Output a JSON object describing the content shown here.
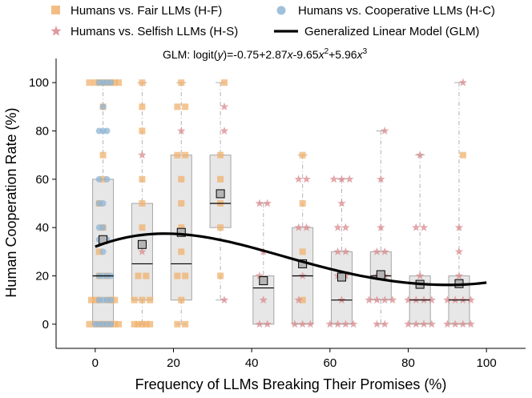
{
  "chart_data": {
    "type": "box",
    "title": "",
    "annotation": {
      "text": "GLM: logit(y)=-0.75+2.87x-9.65x²+5.96x³",
      "prefix": "GLM: logit(",
      "y_var": "y",
      "mid1": ")=-0.75+2.87",
      "x1": "x",
      "mid2": "-9.65",
      "x2": "x",
      "exp2": "2",
      "mid3": "+5.96",
      "x3": "x",
      "exp3": "3"
    },
    "xlabel": "Frequency of LLMs Breaking Their Promises (%)",
    "ylabel": "Human Cooperation Rate (%)",
    "xlim": [
      -10,
      110
    ],
    "ylim": [
      -10,
      110
    ],
    "xticks": [
      0,
      20,
      40,
      60,
      80,
      100
    ],
    "yticks": [
      0,
      20,
      40,
      60,
      80,
      100
    ],
    "grid": false,
    "legend_position": "top",
    "legend": [
      {
        "key": "hf",
        "label": "Humans vs. Fair LLMs (H-F)",
        "marker": "square",
        "color": "#f0b26e"
      },
      {
        "key": "hc",
        "label": "Humans vs. Cooperative LLMs (H-C)",
        "marker": "circle",
        "color": "#8fb6d6"
      },
      {
        "key": "hs",
        "label": "Humans vs. Selfish LLMs (H-S)",
        "marker": "star",
        "color": "#d98a8e"
      },
      {
        "key": "glm",
        "label": "Generalized Linear Model (GLM)",
        "marker": "line",
        "color": "#000000"
      }
    ],
    "boxes": [
      {
        "x": 2,
        "q1": 0,
        "median": 20,
        "q3": 60,
        "whisker_low": 0,
        "whisker_high": 100,
        "mean": 35
      },
      {
        "x": 12,
        "q1": 10,
        "median": 25,
        "q3": 50,
        "whisker_low": 0,
        "whisker_high": 100,
        "mean": 33
      },
      {
        "x": 22,
        "q1": 10,
        "median": 25,
        "q3": 70,
        "whisker_low": 0,
        "whisker_high": 100,
        "mean": 38
      },
      {
        "x": 32,
        "q1": 40,
        "median": 50,
        "q3": 70,
        "whisker_low": 10,
        "whisker_high": 100,
        "mean": 54
      },
      {
        "x": 43,
        "q1": 0,
        "median": 15,
        "q3": 20,
        "whisker_low": 0,
        "whisker_high": 50,
        "mean": 18
      },
      {
        "x": 53,
        "q1": 0,
        "median": 20,
        "q3": 40,
        "whisker_low": 0,
        "whisker_high": 70,
        "mean": 25
      },
      {
        "x": 63,
        "q1": 0,
        "median": 10,
        "q3": 30,
        "whisker_low": 0,
        "whisker_high": 60,
        "mean": 19.5
      },
      {
        "x": 73,
        "q1": 10,
        "median": 20,
        "q3": 30,
        "whisker_low": 0,
        "whisker_high": 80,
        "mean": 20.5
      },
      {
        "x": 83,
        "q1": 0,
        "median": 10,
        "q3": 20,
        "whisker_low": 0,
        "whisker_high": 70,
        "mean": 16.5
      },
      {
        "x": 93,
        "q1": 0,
        "median": 10,
        "q3": 20,
        "whisker_low": 0,
        "whisker_high": 100,
        "mean": 16.8
      }
    ],
    "points": [
      {
        "series": "hf",
        "x": 0,
        "y": 100
      },
      {
        "series": "hf",
        "x": 1,
        "y": 100
      },
      {
        "series": "hf",
        "x": 2,
        "y": 100
      },
      {
        "series": "hf",
        "x": 3,
        "y": 100
      },
      {
        "series": "hf",
        "x": 4,
        "y": 100
      },
      {
        "series": "hf",
        "x": 5,
        "y": 100
      },
      {
        "series": "hf",
        "x": -1.5,
        "y": 100
      },
      {
        "series": "hf",
        "x": 6,
        "y": 100
      },
      {
        "series": "hf",
        "x": 0,
        "y": 0
      },
      {
        "series": "hf",
        "x": 1,
        "y": 0
      },
      {
        "series": "hf",
        "x": 2,
        "y": 0
      },
      {
        "series": "hf",
        "x": 3,
        "y": 0
      },
      {
        "series": "hf",
        "x": 4,
        "y": 0
      },
      {
        "series": "hf",
        "x": 5,
        "y": 0
      },
      {
        "series": "hf",
        "x": -1.5,
        "y": 0
      },
      {
        "series": "hf",
        "x": 6,
        "y": 0
      },
      {
        "series": "hf",
        "x": 0,
        "y": 10
      },
      {
        "series": "hf",
        "x": 1,
        "y": 10
      },
      {
        "series": "hf",
        "x": 3,
        "y": 10
      },
      {
        "series": "hf",
        "x": 4,
        "y": 10
      },
      {
        "series": "hf",
        "x": 5,
        "y": 10
      },
      {
        "series": "hf",
        "x": -1,
        "y": 10
      },
      {
        "series": "hf",
        "x": 1,
        "y": 20
      },
      {
        "series": "hf",
        "x": 3,
        "y": 20
      },
      {
        "series": "hf",
        "x": 1,
        "y": 30
      },
      {
        "series": "hf",
        "x": 2,
        "y": 40
      },
      {
        "series": "hf",
        "x": 1,
        "y": 50
      },
      {
        "series": "hf",
        "x": 2,
        "y": 60
      },
      {
        "series": "hf",
        "x": 2,
        "y": 70
      },
      {
        "series": "hf",
        "x": 2,
        "y": 90
      },
      {
        "series": "hc",
        "x": 1,
        "y": 100
      },
      {
        "series": "hc",
        "x": 2,
        "y": 100
      },
      {
        "series": "hc",
        "x": 3,
        "y": 100
      },
      {
        "series": "hc",
        "x": 4,
        "y": 100
      },
      {
        "series": "hc",
        "x": 1,
        "y": 0
      },
      {
        "series": "hc",
        "x": 2,
        "y": 0
      },
      {
        "series": "hc",
        "x": 3,
        "y": 0
      },
      {
        "series": "hc",
        "x": 4,
        "y": 0
      },
      {
        "series": "hc",
        "x": 0,
        "y": 0
      },
      {
        "series": "hc",
        "x": 1,
        "y": 80
      },
      {
        "series": "hc",
        "x": 2,
        "y": 80
      },
      {
        "series": "hc",
        "x": 3,
        "y": 80
      },
      {
        "series": "hc",
        "x": 1,
        "y": 60
      },
      {
        "series": "hc",
        "x": 3,
        "y": 60
      },
      {
        "series": "hc",
        "x": 1,
        "y": 50
      },
      {
        "series": "hc",
        "x": 2,
        "y": 50
      },
      {
        "series": "hc",
        "x": 1,
        "y": 40
      },
      {
        "series": "hc",
        "x": 2,
        "y": 40
      },
      {
        "series": "hc",
        "x": 1,
        "y": 35
      },
      {
        "series": "hc",
        "x": 3,
        "y": 35
      },
      {
        "series": "hc",
        "x": 2,
        "y": 30
      },
      {
        "series": "hc",
        "x": 1,
        "y": 20
      },
      {
        "series": "hc",
        "x": 2,
        "y": 20
      },
      {
        "series": "hc",
        "x": 3,
        "y": 20
      },
      {
        "series": "hc",
        "x": 4,
        "y": 20
      },
      {
        "series": "hc",
        "x": 1,
        "y": 10
      },
      {
        "series": "hc",
        "x": 2,
        "y": 10
      },
      {
        "series": "hc",
        "x": 3,
        "y": 10
      },
      {
        "series": "hc",
        "x": 4,
        "y": 10
      },
      {
        "series": "hc",
        "x": 2,
        "y": 90
      },
      {
        "series": "hf",
        "x": 12,
        "y": 100
      },
      {
        "series": "hf",
        "x": 12,
        "y": 90
      },
      {
        "series": "hf",
        "x": 12,
        "y": 80
      },
      {
        "series": "hf",
        "x": 12,
        "y": 60
      },
      {
        "series": "hf",
        "x": 12,
        "y": 50
      },
      {
        "series": "hf",
        "x": 12,
        "y": 40
      },
      {
        "series": "hf",
        "x": 11,
        "y": 20
      },
      {
        "series": "hf",
        "x": 13,
        "y": 20
      },
      {
        "series": "hf",
        "x": 10,
        "y": 10
      },
      {
        "series": "hf",
        "x": 12,
        "y": 10
      },
      {
        "series": "hf",
        "x": 14,
        "y": 10
      },
      {
        "series": "hf",
        "x": 10,
        "y": 0
      },
      {
        "series": "hf",
        "x": 11,
        "y": 0
      },
      {
        "series": "hf",
        "x": 12,
        "y": 0
      },
      {
        "series": "hf",
        "x": 13,
        "y": 0
      },
      {
        "series": "hf",
        "x": 14,
        "y": 0
      },
      {
        "series": "hs",
        "x": 12,
        "y": 70
      },
      {
        "series": "hs",
        "x": 12,
        "y": 30
      },
      {
        "series": "hf",
        "x": 22,
        "y": 100
      },
      {
        "series": "hf",
        "x": 21,
        "y": 90
      },
      {
        "series": "hf",
        "x": 23,
        "y": 90
      },
      {
        "series": "hf",
        "x": 21,
        "y": 70
      },
      {
        "series": "hf",
        "x": 23,
        "y": 70
      },
      {
        "series": "hf",
        "x": 22,
        "y": 60
      },
      {
        "series": "hf",
        "x": 22,
        "y": 50
      },
      {
        "series": "hf",
        "x": 22,
        "y": 40
      },
      {
        "series": "hf",
        "x": 22,
        "y": 30
      },
      {
        "series": "hf",
        "x": 21,
        "y": 20
      },
      {
        "series": "hf",
        "x": 23,
        "y": 20
      },
      {
        "series": "hf",
        "x": 22,
        "y": 10
      },
      {
        "series": "hf",
        "x": 21,
        "y": 0
      },
      {
        "series": "hf",
        "x": 23,
        "y": 0
      },
      {
        "series": "hs",
        "x": 22,
        "y": 80
      },
      {
        "series": "hf",
        "x": 33,
        "y": 100
      },
      {
        "series": "hf",
        "x": 32,
        "y": 70
      },
      {
        "series": "hf",
        "x": 32,
        "y": 60
      },
      {
        "series": "hf",
        "x": 32,
        "y": 50
      },
      {
        "series": "hf",
        "x": 32,
        "y": 40
      },
      {
        "series": "hf",
        "x": 32,
        "y": 20
      },
      {
        "series": "hs",
        "x": 33,
        "y": 90
      },
      {
        "series": "hs",
        "x": 33,
        "y": 80
      },
      {
        "series": "hs",
        "x": 33,
        "y": 10
      },
      {
        "series": "hs",
        "x": 42,
        "y": 50
      },
      {
        "series": "hs",
        "x": 44,
        "y": 50
      },
      {
        "series": "hs",
        "x": 43,
        "y": 30
      },
      {
        "series": "hs",
        "x": 42,
        "y": 20
      },
      {
        "series": "hs",
        "x": 43,
        "y": 10
      },
      {
        "series": "hs",
        "x": 42,
        "y": 0
      },
      {
        "series": "hs",
        "x": 44,
        "y": 0
      },
      {
        "series": "hf",
        "x": 53,
        "y": 70
      },
      {
        "series": "hf",
        "x": 53,
        "y": 50
      },
      {
        "series": "hf",
        "x": 53,
        "y": 30
      },
      {
        "series": "hf",
        "x": 53,
        "y": 10
      },
      {
        "series": "hs",
        "x": 52,
        "y": 60
      },
      {
        "series": "hs",
        "x": 54,
        "y": 60
      },
      {
        "series": "hs",
        "x": 52,
        "y": 40
      },
      {
        "series": "hs",
        "x": 54,
        "y": 40
      },
      {
        "series": "hs",
        "x": 53,
        "y": 20
      },
      {
        "series": "hs",
        "x": 52,
        "y": 10
      },
      {
        "series": "hs",
        "x": 51,
        "y": 0
      },
      {
        "series": "hs",
        "x": 53,
        "y": 0
      },
      {
        "series": "hs",
        "x": 55,
        "y": 0
      },
      {
        "series": "hs",
        "x": 61,
        "y": 60
      },
      {
        "series": "hs",
        "x": 63,
        "y": 60
      },
      {
        "series": "hs",
        "x": 65,
        "y": 60
      },
      {
        "series": "hs",
        "x": 63,
        "y": 50
      },
      {
        "series": "hs",
        "x": 62,
        "y": 40
      },
      {
        "series": "hs",
        "x": 64,
        "y": 40
      },
      {
        "series": "hs",
        "x": 62,
        "y": 30
      },
      {
        "series": "hs",
        "x": 64,
        "y": 30
      },
      {
        "series": "hs",
        "x": 62,
        "y": 20
      },
      {
        "series": "hs",
        "x": 64,
        "y": 20
      },
      {
        "series": "hs",
        "x": 63,
        "y": 10
      },
      {
        "series": "hs",
        "x": 60,
        "y": 0
      },
      {
        "series": "hs",
        "x": 62,
        "y": 0
      },
      {
        "series": "hs",
        "x": 64,
        "y": 0
      },
      {
        "series": "hs",
        "x": 66,
        "y": 0
      },
      {
        "series": "hs",
        "x": 74,
        "y": 80
      },
      {
        "series": "hs",
        "x": 73,
        "y": 60
      },
      {
        "series": "hs",
        "x": 73,
        "y": 40
      },
      {
        "series": "hs",
        "x": 72,
        "y": 30
      },
      {
        "series": "hs",
        "x": 74,
        "y": 30
      },
      {
        "series": "hs",
        "x": 72,
        "y": 20
      },
      {
        "series": "hs",
        "x": 74,
        "y": 20
      },
      {
        "series": "hs",
        "x": 70,
        "y": 10
      },
      {
        "series": "hs",
        "x": 72,
        "y": 10
      },
      {
        "series": "hs",
        "x": 74,
        "y": 10
      },
      {
        "series": "hs",
        "x": 76,
        "y": 10
      },
      {
        "series": "hs",
        "x": 72,
        "y": 0
      },
      {
        "series": "hs",
        "x": 74,
        "y": 0
      },
      {
        "series": "hs",
        "x": 83,
        "y": 70
      },
      {
        "series": "hs",
        "x": 82,
        "y": 40
      },
      {
        "series": "hs",
        "x": 84,
        "y": 40
      },
      {
        "series": "hs",
        "x": 83,
        "y": 20
      },
      {
        "series": "hs",
        "x": 80,
        "y": 10
      },
      {
        "series": "hs",
        "x": 82,
        "y": 10
      },
      {
        "series": "hs",
        "x": 84,
        "y": 10
      },
      {
        "series": "hs",
        "x": 86,
        "y": 10
      },
      {
        "series": "hs",
        "x": 80,
        "y": 0
      },
      {
        "series": "hs",
        "x": 82,
        "y": 0
      },
      {
        "series": "hs",
        "x": 84,
        "y": 0
      },
      {
        "series": "hs",
        "x": 86,
        "y": 0
      },
      {
        "series": "hs",
        "x": 94,
        "y": 100
      },
      {
        "series": "hs",
        "x": 93,
        "y": 40
      },
      {
        "series": "hs",
        "x": 93,
        "y": 30
      },
      {
        "series": "hs",
        "x": 93,
        "y": 20
      },
      {
        "series": "hs",
        "x": 90,
        "y": 10
      },
      {
        "series": "hs",
        "x": 92,
        "y": 10
      },
      {
        "series": "hs",
        "x": 94,
        "y": 10
      },
      {
        "series": "hs",
        "x": 96,
        "y": 10
      },
      {
        "series": "hs",
        "x": 90,
        "y": 0
      },
      {
        "series": "hs",
        "x": 92,
        "y": 0
      },
      {
        "series": "hs",
        "x": 94,
        "y": 0
      },
      {
        "series": "hs",
        "x": 96,
        "y": 0
      },
      {
        "series": "hf",
        "x": 94,
        "y": 70
      }
    ],
    "glm": {
      "coefficients": [
        -0.75,
        2.87,
        -9.65,
        5.96
      ],
      "x_range": [
        0,
        100
      ]
    },
    "colors": {
      "box_fill": "#e3e3e3",
      "box_edge": "#a6a6a6",
      "whisker": "#b0b0b0",
      "median": "#000000",
      "mean_fill": "#b5b5b5",
      "hf": "#f0b26e",
      "hc": "#8fb6d6",
      "hs": "#d98a8e"
    }
  }
}
